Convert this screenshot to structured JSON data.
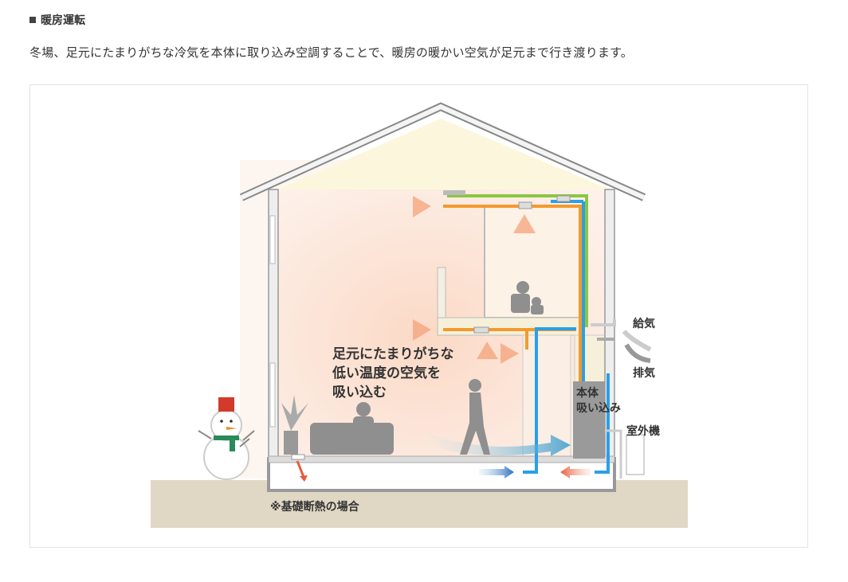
{
  "section": {
    "title": "暖房運転",
    "description": "冬場、足元にたまりがちな冷気を本体に取り込み空調することで、暖房の暖かい空気が足元まで行き渡ります。"
  },
  "illustration": {
    "callout_lines": [
      "足元にたまりがちな",
      "低い温度の空気を",
      "吸い込む"
    ],
    "supply_air": "給気",
    "exhaust_air": "排気",
    "unit_intake_lines": [
      "本体",
      "吸い込み"
    ],
    "outdoor_unit": "室外機",
    "foundation_note": "※基礎断熱の場合",
    "colors": {
      "warm_duct": "#f39a2e",
      "cool_duct": "#2aa0e6",
      "fresh_air_duct": "#8cc63f",
      "warm_air": "#f5a27a",
      "ground": "#e0d8c4"
    }
  }
}
